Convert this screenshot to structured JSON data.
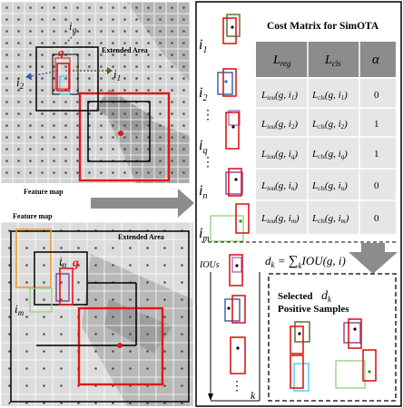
{
  "top_panel": {
    "label_feature_map": "Feature map",
    "label_extended_area": "Extended Area",
    "anchor_labels": {
      "ig": "i",
      "ig_sub": "g",
      "i1": "i",
      "i1_sub": "1",
      "i2": "i",
      "i2_sub": "2"
    }
  },
  "bottom_panel": {
    "label_feature_map": "Feature map",
    "label_extended_area": "Extended Area",
    "anchor_labels": {
      "in": "i",
      "in_sub": "n",
      "g": "g",
      "im": "i",
      "im_sub": "m"
    }
  },
  "cost_table": {
    "title": "Cost Matrix for SimOTA",
    "header": {
      "lreg": "L",
      "lreg_sub": "reg",
      "lcls": "L",
      "lcls_sub": "cls",
      "alpha": "α"
    },
    "rows": [
      {
        "anchor": "i",
        "anchor_sub": "1",
        "iou": "L",
        "iou_sub": "iou",
        "iou_arg": "(g, i",
        "iou_arg_sub": "1",
        "cls": "L",
        "cls_sub": "cls",
        "cls_arg": "(g, i",
        "cls_arg_sub": "1",
        "alpha": "0"
      },
      {
        "anchor": "i",
        "anchor_sub": "2",
        "iou": "L",
        "iou_sub": "iou",
        "iou_arg": "(g, i",
        "iou_arg_sub": "2",
        "cls": "L",
        "cls_sub": "cls",
        "cls_arg": "(g, i",
        "cls_arg_sub": "2",
        "alpha": "1"
      },
      {
        "anchor": "i",
        "anchor_sub": "q",
        "iou": "L",
        "iou_sub": "iou",
        "iou_arg": "(g, i",
        "iou_arg_sub": "q",
        "cls": "L",
        "cls_sub": "cls",
        "cls_arg": "(g, i",
        "cls_arg_sub": "q",
        "alpha": "1"
      },
      {
        "anchor": "i",
        "anchor_sub": "n",
        "iou": "L",
        "iou_sub": "iou",
        "iou_arg": "(g, i",
        "iou_arg_sub": "n",
        "cls": "L",
        "cls_sub": "cls",
        "cls_arg": "(g, i",
        "cls_arg_sub": "n",
        "alpha": "0"
      },
      {
        "anchor": "i",
        "anchor_sub": "m",
        "iou": "L",
        "iou_sub": "iou",
        "iou_arg": "(g, i",
        "iou_arg_sub": "m",
        "cls": "L",
        "cls_sub": "cls",
        "cls_arg": "(g, i",
        "cls_arg_sub": "m",
        "alpha": "0"
      }
    ],
    "close_paren": ")",
    "vdots": "⋮"
  },
  "selection": {
    "ious_label": "IOUs",
    "k_label": "k",
    "formula": {
      "lhs": "d",
      "lhs_sub": "k",
      "eq": " = ",
      "sum": "∑",
      "sum_sub": "k",
      "body": "IOU(g, i)"
    },
    "selected_line1": "Selected",
    "selected_dk": "d",
    "selected_dk_sub": "k",
    "selected_line2": "Positive Samples"
  },
  "colors": {
    "red": "#e01818",
    "black": "#000000",
    "olive": "#4a6a2a",
    "blue": "#3a55a8",
    "cyan": "#29c8e0",
    "purple": "#8a3aa0",
    "orange": "#e8a030",
    "lightgreen": "#9fd08a",
    "table_header": "#8c8c8c",
    "table_row": "#e6e6e6",
    "arrow_gray": "#8c8c8c",
    "dot_blue": "#2a6ad8",
    "dot_green": "#2a8a3a",
    "grid": "#ffffff"
  }
}
